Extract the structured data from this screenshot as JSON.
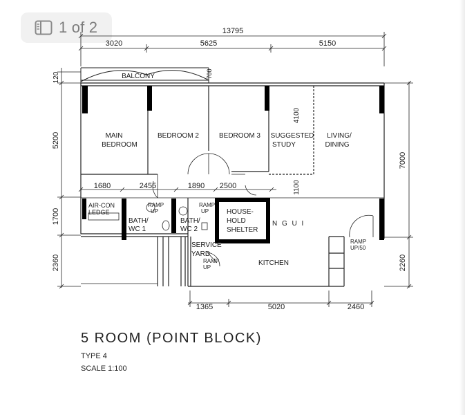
{
  "viewer": {
    "page_indicator": "1 of 2",
    "icon": "sidebar-panel-icon"
  },
  "plan": {
    "dimensions": {
      "overall": "13795",
      "top_left": "3020",
      "top_mid": "5625",
      "top_right": "5150",
      "left_top": "120",
      "balcony_side": "700",
      "left_rooms": "5200",
      "left_mid": "1700",
      "left_bottom": "2360",
      "study_height": "4100",
      "study_lower": "1100",
      "right_top": "7000",
      "right_bottom": "2260",
      "row_a": "1680",
      "row_b": "2455",
      "row_c": "1890",
      "row_d": "2500",
      "bottom_a": "1365",
      "bottom_b": "5020",
      "bottom_c": "2460"
    },
    "rooms": {
      "balcony": "BALCONY",
      "main_bedroom_1": "MAIN",
      "main_bedroom_2": "BEDROOM",
      "bedroom2": "BEDROOM 2",
      "bedroom3": "BEDROOM 3",
      "study_1": "SUGGESTED",
      "study_2": "STUDY",
      "living_1": "LIVING/",
      "living_2": "DINING",
      "aircon_1": "AIR-CON",
      "aircon_2": "LEDGE",
      "bath1_1": "BATH/",
      "bath1_2": "WC 1",
      "bath2_1": "BATH/",
      "bath2_2": "WC 2",
      "ramp": "RAMP",
      "up": "UP",
      "shelter_1": "HOUSE-",
      "shelter_2": "HOLD",
      "shelter_3": "SHELTER",
      "service_1": "SERVICE",
      "service_2": "YARD",
      "kitchen": "KITCHEN",
      "ramp_up_50": "UP/50"
    },
    "watermark": "N  G  U  I",
    "title": "5 ROOM (POINT BLOCK)",
    "type": "TYPE 4",
    "scale": "SCALE 1:100"
  }
}
